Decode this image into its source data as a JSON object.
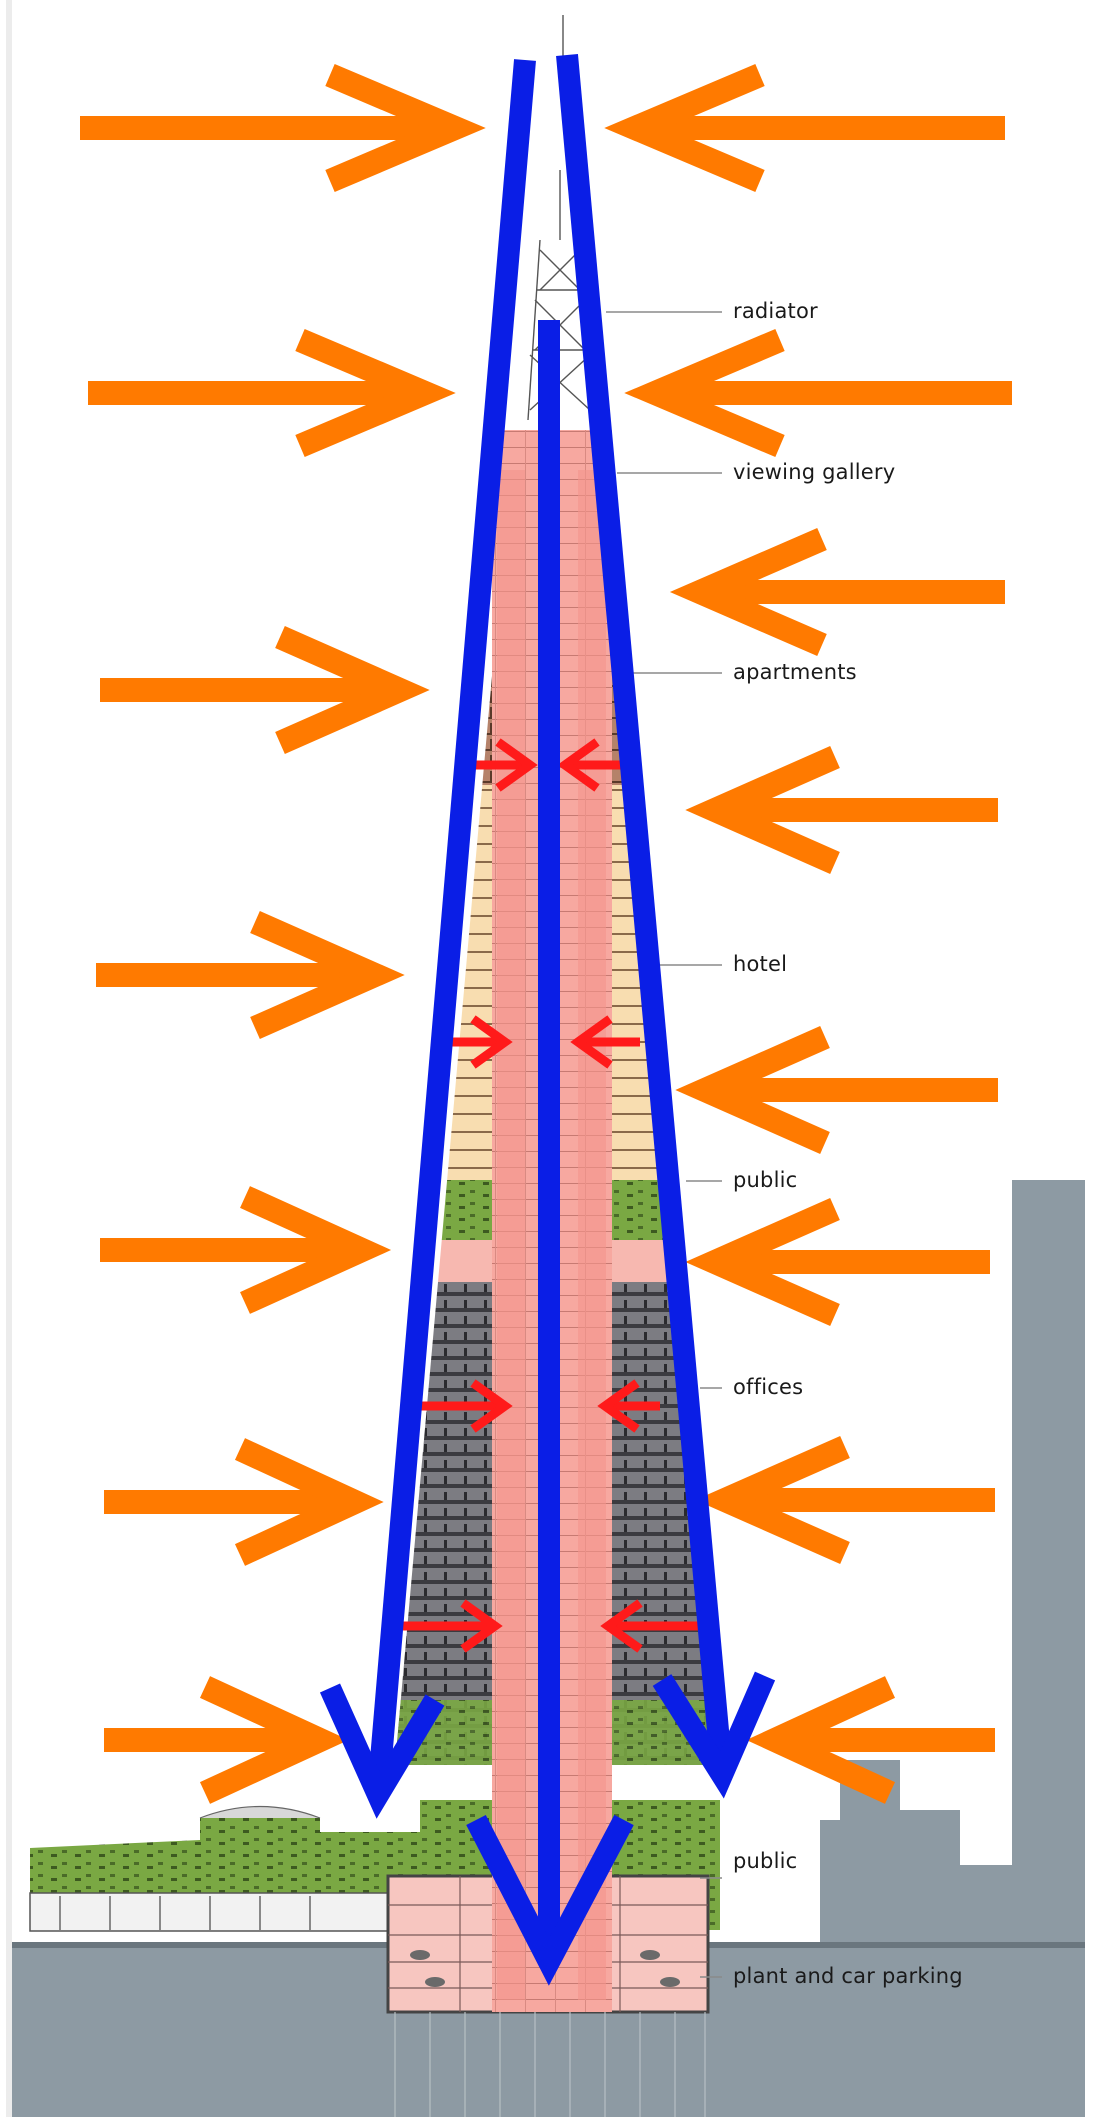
{
  "labels": {
    "radiator": "radiator",
    "viewing_gallery": "viewing gallery",
    "apartments": "apartments",
    "hotel": "hotel",
    "public_upper": "public",
    "offices": "offices",
    "public_lower": "public",
    "plant": "plant and car parking"
  },
  "colors": {
    "external_force_arrow": "#ff7a00",
    "load_path_arrow": "#0a1ee6",
    "internal_force_arrow": "#ff1a1a",
    "core": "#f7a8a0",
    "apartments_zone": "#b5826a",
    "hotel_zone": "#f8ddb0",
    "green_zone": "#7aa843",
    "offices_zone": "#7c7c82",
    "ground": "#8d9aa3"
  }
}
